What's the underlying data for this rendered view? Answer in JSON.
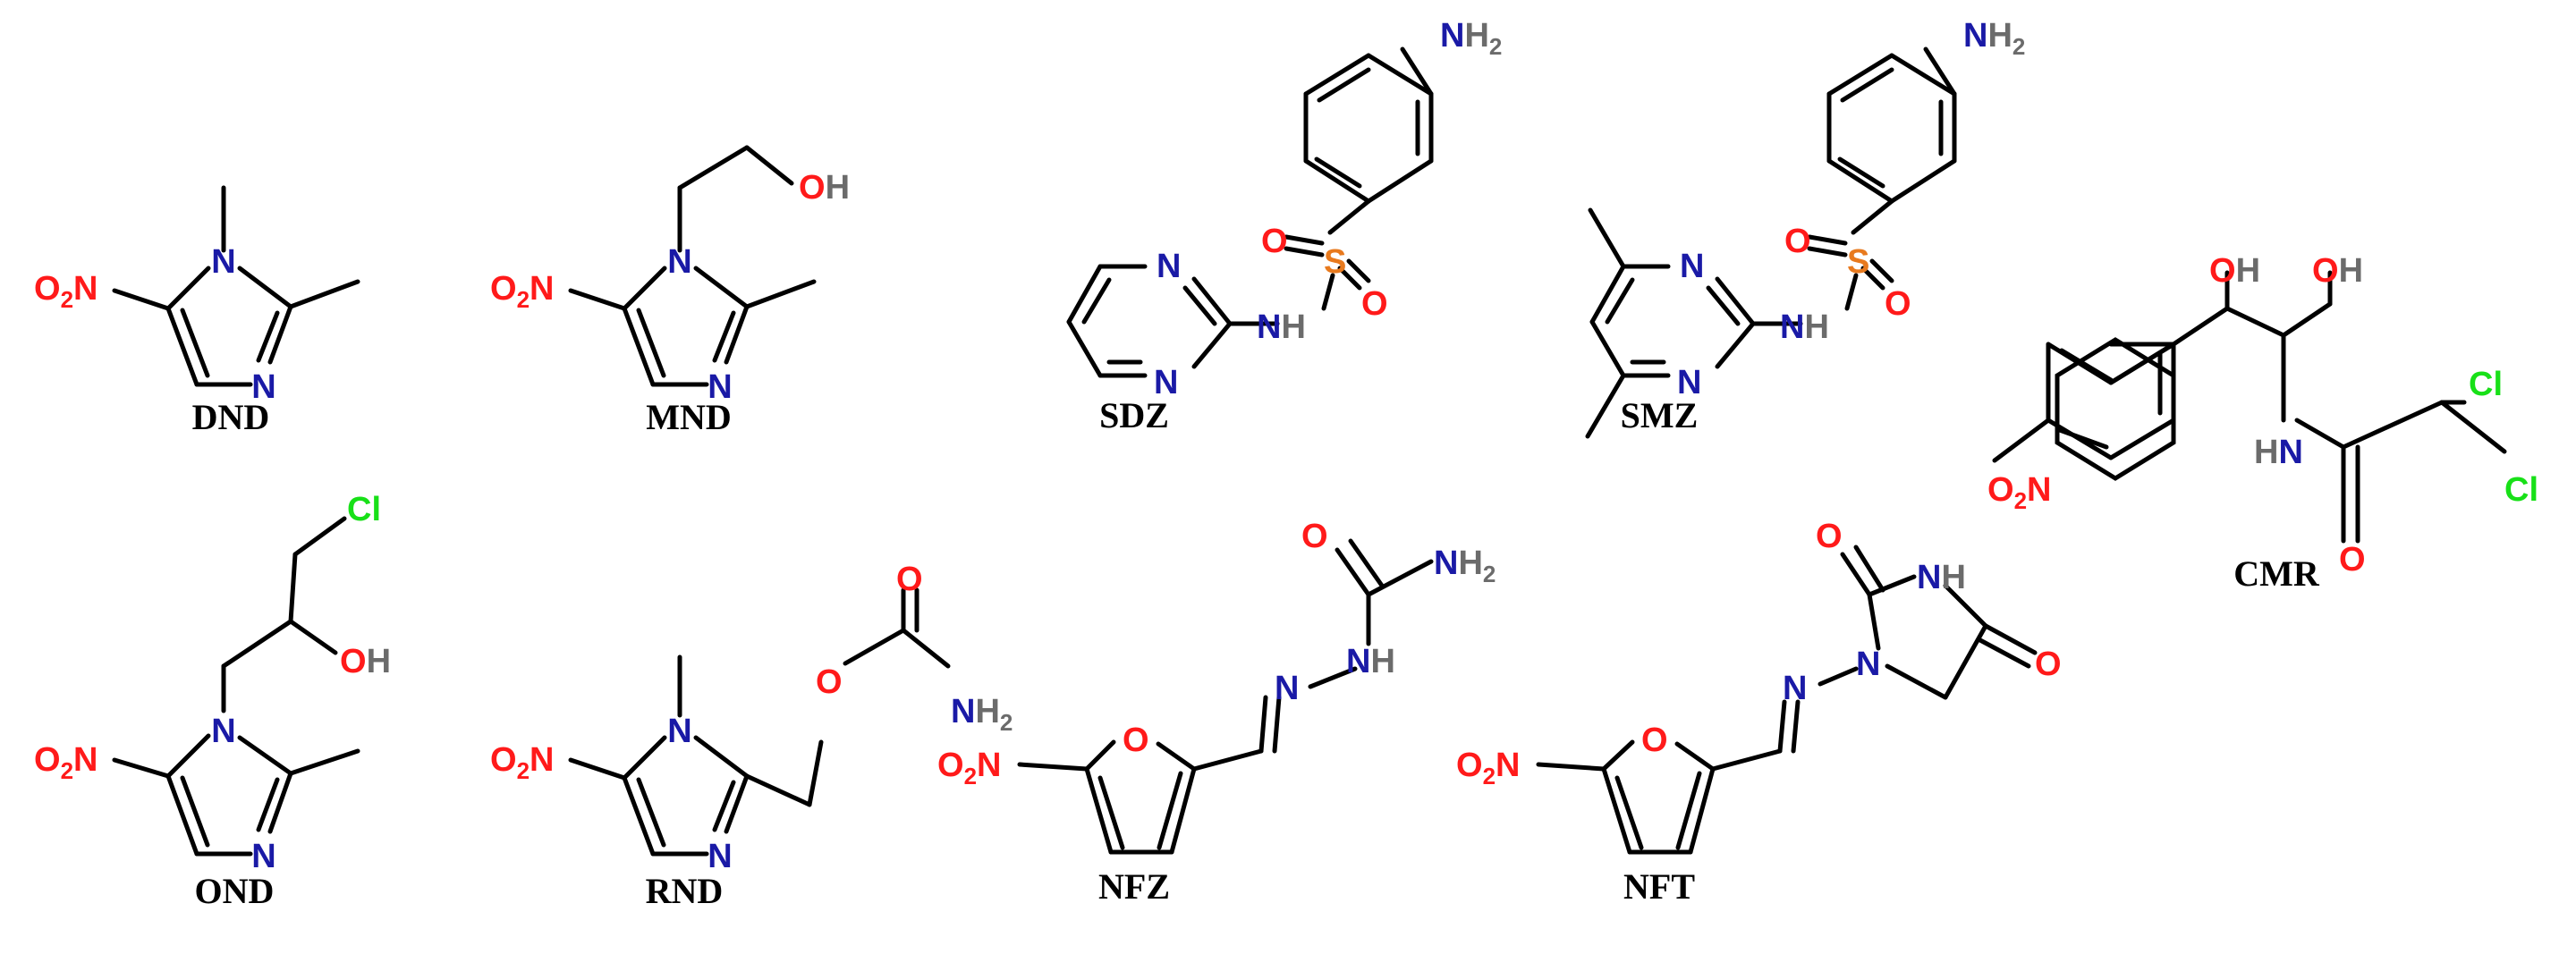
{
  "colors": {
    "oxygen": "#ff1a1a",
    "nitrogen": "#1a1aa6",
    "sulfur": "#e87a1e",
    "chlorine": "#18e018",
    "hydrogen": "#6b6b6b",
    "bond": "#000000",
    "caption": "#000000"
  },
  "molecules": {
    "dnd": {
      "caption": "DND",
      "atoms": {
        "no2": "O2N",
        "n1": "N",
        "n3": "N"
      }
    },
    "mnd": {
      "caption": "MND",
      "atoms": {
        "no2": "O2N",
        "n1": "N",
        "n3": "N",
        "oh": "OH"
      }
    },
    "sdz": {
      "caption": "SDZ",
      "atoms": {
        "nh2": "NH2",
        "o_left": "O",
        "s": "S",
        "o_right": "O",
        "n_top": "N",
        "nh": "NH",
        "n_bottom": "N"
      }
    },
    "smz": {
      "caption": "SMZ",
      "atoms": {
        "nh2": "NH2",
        "o_left": "O",
        "s": "S",
        "o_right": "O",
        "n_top": "N",
        "nh": "NH",
        "n_bottom": "N"
      }
    },
    "cmr": {
      "caption": "CMR",
      "atoms": {
        "oh1": "OH",
        "oh2": "OH",
        "no2": "O2N",
        "nh": "HN",
        "cl1": "Cl",
        "cl2": "Cl",
        "o": "O"
      }
    },
    "ond": {
      "caption": "OND",
      "atoms": {
        "cl": "Cl",
        "oh": "OH",
        "no2": "O2N",
        "n1": "N",
        "n3": "N"
      }
    },
    "rnd": {
      "caption": "RND",
      "atoms": {
        "no2": "O2N",
        "n1": "N",
        "n3": "N",
        "o_ether": "O",
        "o_carbonyl": "O",
        "nh2": "NH2"
      }
    },
    "nfz": {
      "caption": "NFZ",
      "atoms": {
        "no2": "O2N",
        "o_ring": "O",
        "n_imine": "N",
        "nh": "NH",
        "o": "O",
        "nh2": "NH2"
      }
    },
    "nft": {
      "caption": "NFT",
      "atoms": {
        "no2": "O2N",
        "o_ring": "O",
        "n_imine": "N",
        "n_ring": "N",
        "nh": "NH",
        "o_top": "O",
        "o_right": "O"
      }
    }
  }
}
